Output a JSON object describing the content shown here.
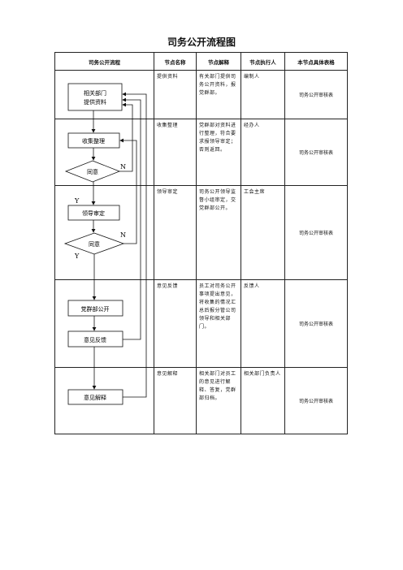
{
  "title": "司务公开流程图",
  "headers": [
    "司务公开流程",
    "节点名称",
    "节点解释",
    "节点执行人",
    "本节点具体表格"
  ],
  "rows": [
    {
      "name": "提供资料",
      "explain": "有关部门提供司务公开资料，报党群部。",
      "executor": "编制人",
      "form": "司务公开审核表"
    },
    {
      "name": "收集整理",
      "explain": "党群部对资料进行整理，符合要求报领导审定；否则返回。",
      "executor": "经办人",
      "form": "司务公开审核表"
    },
    {
      "name": "领导审定",
      "explain": "司务公开领导监督小组审定，交党群部公开。",
      "executor": "工会主席",
      "form": "司务公开审核表"
    },
    {
      "name": "意见反馈",
      "explain": "员工对司务公开事项提出意见，将收集的情况汇总后报分管公司领导和相关部门。",
      "executor": "反馈人",
      "form": "司务公开审核表"
    },
    {
      "name": "意见解释",
      "explain": "相关部门对员工的意见进行解释、答复，党群部归档。",
      "executor": "相关部门负责人",
      "form": "司务公开审核表"
    }
  ],
  "flow": {
    "provide": "相关部门\n提供资料",
    "provide_l1": "相关部门",
    "provide_l2": "提供资料",
    "collect": "收集整理",
    "agree1": "同意",
    "review": "领导审定",
    "agree2": "同意",
    "publish": "党群部公开",
    "feedback": "意见反馈",
    "explain": "意见解释",
    "yes": "Y",
    "no": "N"
  }
}
